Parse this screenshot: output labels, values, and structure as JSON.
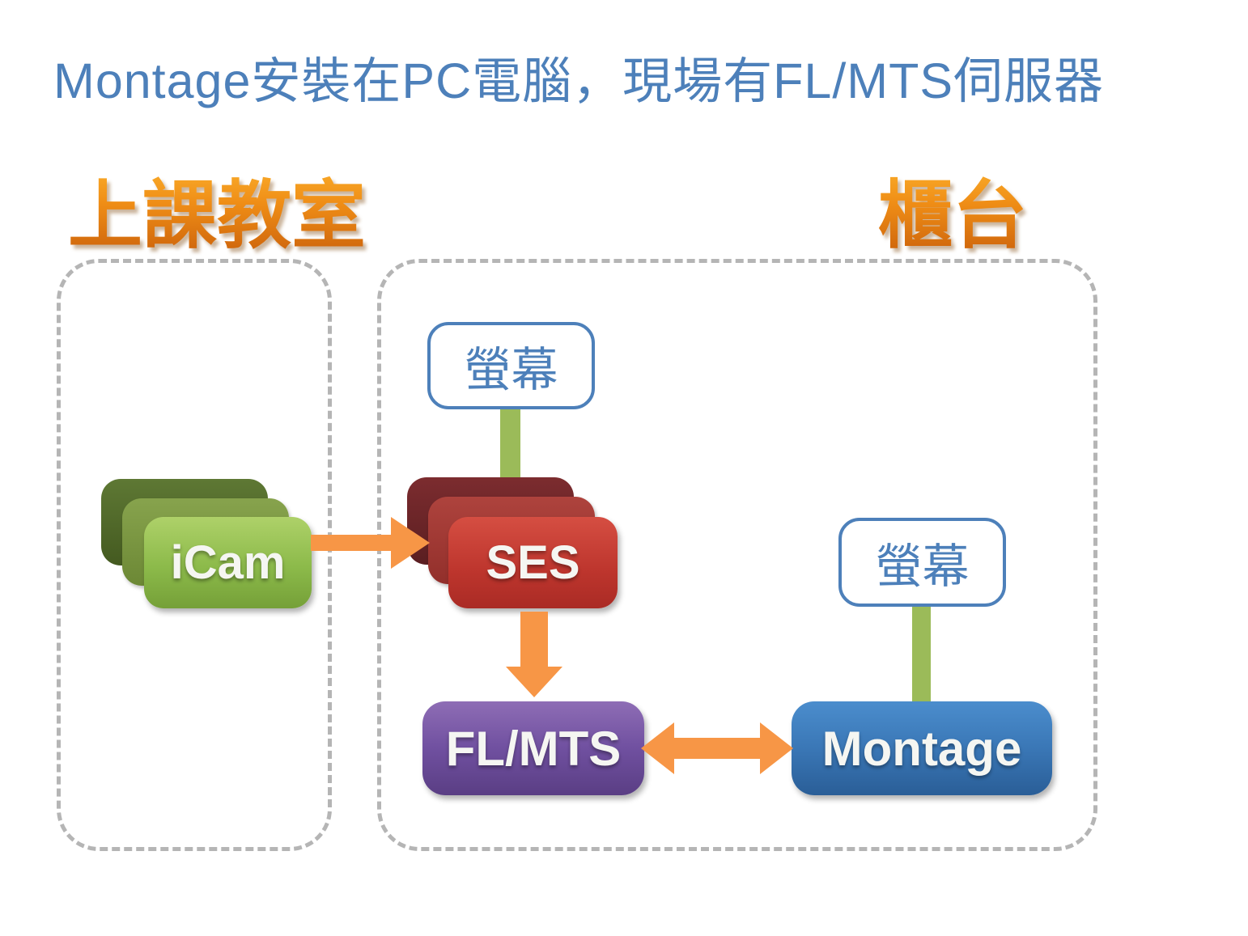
{
  "title": "Montage安裝在PC電腦，現場有FL/MTS伺服器",
  "sections": {
    "classroom": {
      "label": "上課教室"
    },
    "counter": {
      "label": "櫃台"
    }
  },
  "nodes": {
    "icam": {
      "label": "iCam",
      "color": "#8cba4a",
      "stacked": 3
    },
    "ses": {
      "label": "SES",
      "color": "#bd352d",
      "stacked": 3
    },
    "screen_ses": {
      "label": "螢幕",
      "border_color": "#4d80ba"
    },
    "screen_montage": {
      "label": "螢幕",
      "border_color": "#4d80ba"
    },
    "flmts": {
      "label": "FL/MTS",
      "color": "#7050a0"
    },
    "montage": {
      "label": "Montage",
      "color": "#3a77b6"
    }
  },
  "connections": [
    {
      "from": "iCam",
      "to": "SES",
      "type": "arrow",
      "color": "#f79646"
    },
    {
      "from": "螢幕",
      "to": "SES",
      "type": "line",
      "color": "#9bbb59"
    },
    {
      "from": "SES",
      "to": "FL/MTS",
      "type": "arrow",
      "color": "#f79646"
    },
    {
      "from": "FL/MTS",
      "to": "Montage",
      "type": "double-arrow",
      "color": "#f79646"
    },
    {
      "from": "螢幕",
      "to": "Montage",
      "type": "line",
      "color": "#9bbb59"
    }
  ],
  "colors": {
    "title_text": "#4d80ba",
    "section_label_orange": "#e8831d",
    "arrow_orange": "#f79646",
    "connector_green": "#9bbb59",
    "dashed_border_gray": "#b5b5b5",
    "screen_blue": "#4d80ba",
    "background": "#ffffff"
  }
}
